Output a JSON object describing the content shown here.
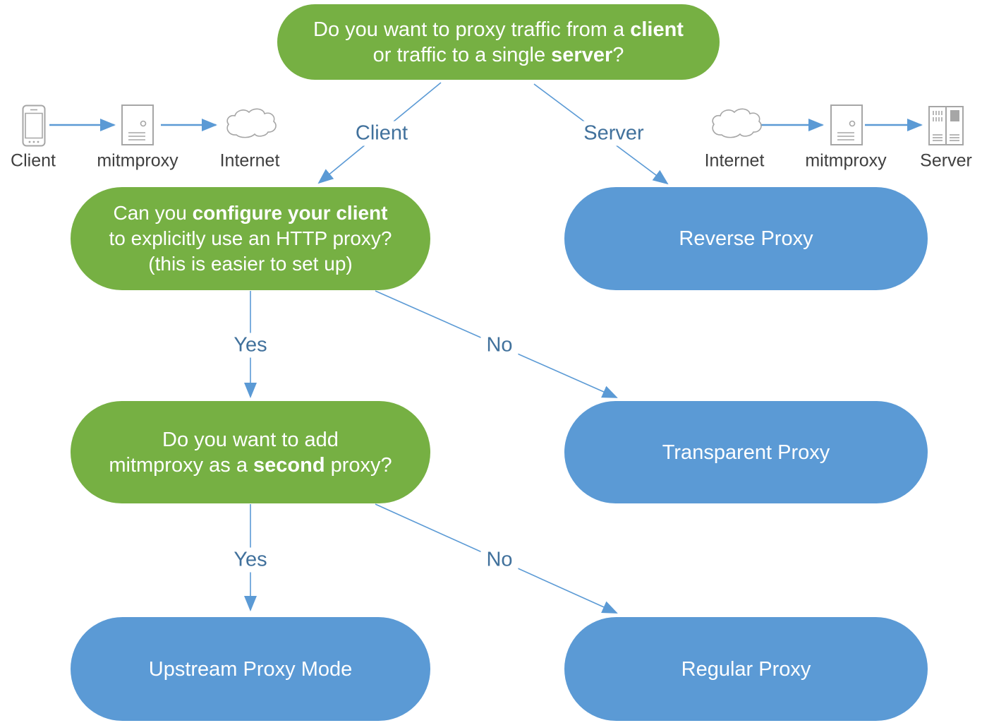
{
  "diagram_title": "mitmproxy mode decision tree",
  "colors": {
    "green": "#76b043",
    "blue": "#5b9ad5",
    "line_blue": "#5b9ad5",
    "edge_label_blue": "#41719c",
    "icon_stroke": "#a6a6a6",
    "icon_fill_gray": "#a6a6a6",
    "icon_label_gray": "#3f3f3f",
    "node_text": "#ffffff",
    "bg": "#ffffff"
  },
  "nodes": {
    "root": {
      "line1": {
        "text": "Do you want to proxy traffic from a ",
        "bold": "client"
      },
      "line2": {
        "text": "or traffic to a single ",
        "bold": "server",
        "suffix": "?"
      }
    },
    "configure": {
      "line1": {
        "text": "Can you ",
        "bold": "configure your client"
      },
      "line2": "to explicitly use an HTTP proxy?",
      "line3": "(this is easier to set up)"
    },
    "second": {
      "line1": "Do you want to add",
      "line2": {
        "text": "mitmproxy as a ",
        "bold": "second",
        "suffix": " proxy?"
      }
    },
    "reverse_proxy": "Reverse Proxy",
    "transparent_proxy": "Transparent Proxy",
    "upstream_proxy": "Upstream Proxy Mode",
    "regular_proxy": "Regular Proxy"
  },
  "edge_labels": {
    "client": "Client",
    "server": "Server",
    "yes1": "Yes",
    "no1": "No",
    "yes2": "Yes",
    "no2": "No"
  },
  "icon_rows": {
    "left": {
      "items": [
        {
          "icon": "phone-icon",
          "label": "Client"
        },
        {
          "icon": "server-tower-icon",
          "label": "mitmproxy"
        },
        {
          "icon": "cloud-icon",
          "label": "Internet"
        }
      ]
    },
    "right": {
      "items": [
        {
          "icon": "cloud-icon",
          "label": "Internet"
        },
        {
          "icon": "server-tower-icon",
          "label": "mitmproxy"
        },
        {
          "icon": "server-rack-icon",
          "label": "Server"
        }
      ]
    }
  }
}
